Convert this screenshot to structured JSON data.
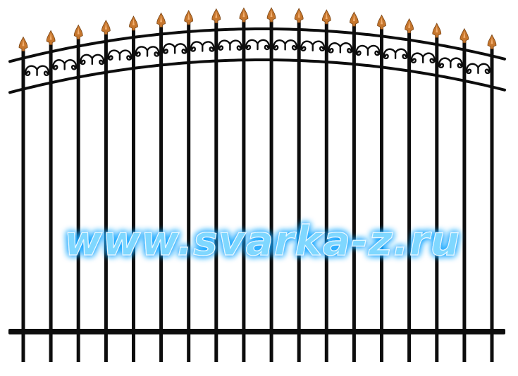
{
  "image": {
    "background_color": "#ffffff",
    "fence": {
      "bar_count": 18,
      "metal_color": "#0d0d0d",
      "finial_color": "#c6762d",
      "finial_highlight_color": "#f2b072",
      "scroll_count": 17
    },
    "watermark": {
      "text": "www.svarka-z.ru",
      "fill_color": "#7fd7ff",
      "glow_color": "#1aa6ff",
      "outline_color": "#e9f9ff"
    }
  }
}
